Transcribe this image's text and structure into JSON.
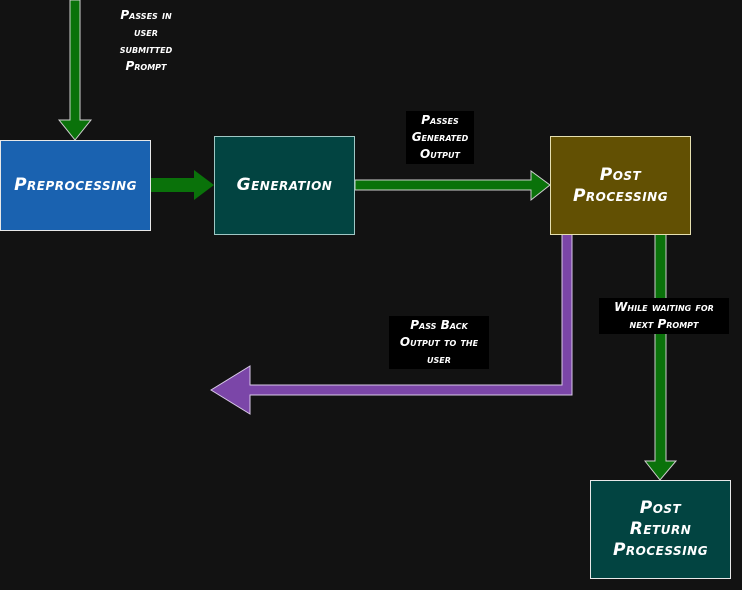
{
  "colors": {
    "background": "#121212",
    "green_arrow": "#0a720a",
    "purple_arrow": "#7b46a8",
    "preprocessing": "#1a62b0",
    "generation": "#024441",
    "post_processing": "#625003",
    "post_return": "#024441",
    "label_bg": "#000000"
  },
  "nodes": {
    "preprocessing": "Preprocessing",
    "generation": "Generation",
    "post_processing": "Post\nProcessing",
    "post_return": "Post\nReturn\nProcessing"
  },
  "labels": {
    "input": "Passes in\nuser\nsubmitted\nPrompt",
    "generated": "Passes\nGenerated\nOutput",
    "pass_back": "Pass Back\nOutput to the\nuser",
    "waiting": "While waiting for\nnext Prompt"
  }
}
